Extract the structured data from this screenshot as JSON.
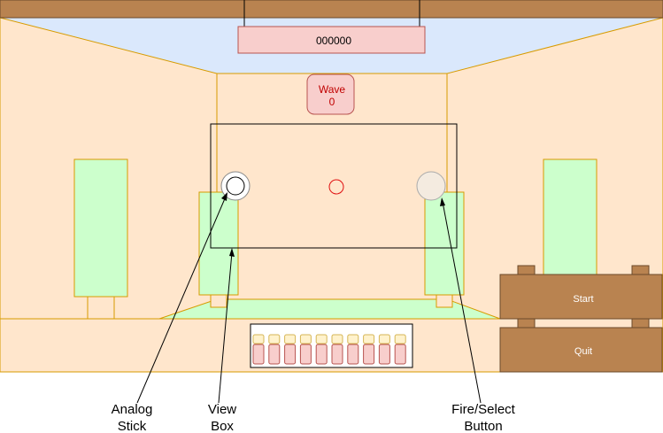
{
  "score": "000000",
  "wave": {
    "label": "Wave",
    "number": "0"
  },
  "buttons": {
    "start": "Start",
    "quit": "Quit"
  },
  "callouts": {
    "analog_stick": [
      "Analog",
      "Stick"
    ],
    "view_box": [
      "View",
      "Box"
    ],
    "fire_button": [
      "Fire/Select",
      "Button"
    ]
  },
  "ammo": {
    "count": 10
  },
  "colors": {
    "wall": "#ffe6cc",
    "wall_stroke": "#d79b00",
    "ceiling": "#dae8fc",
    "wood": "#b98350",
    "wood_stroke": "#6b4a2a",
    "panel": "#ccffcc",
    "score_bg": "#f8cecc",
    "score_stroke": "#b85450",
    "reticle": "#e01010"
  }
}
